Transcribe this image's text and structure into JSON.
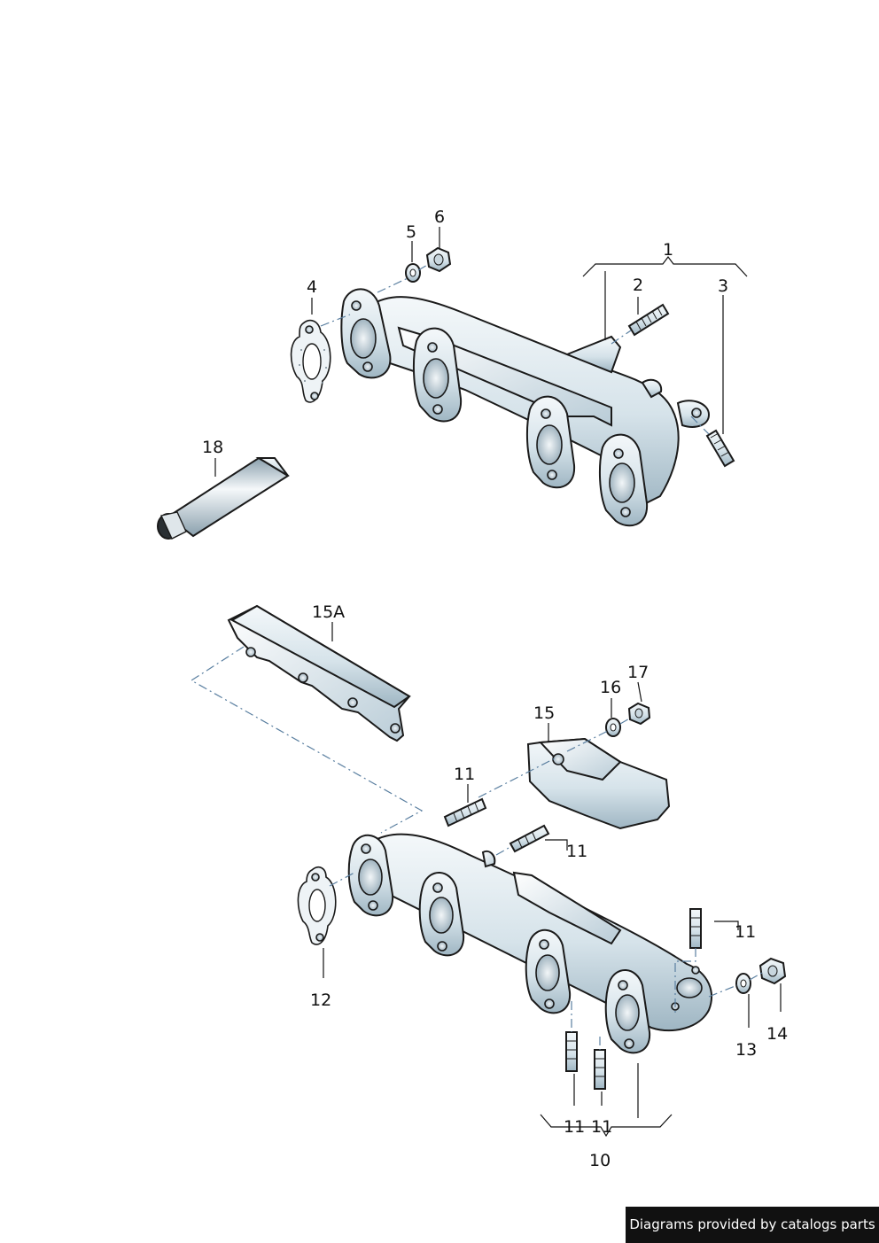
{
  "callouts": {
    "c1": "1",
    "c2": "2",
    "c3": "3",
    "c4": "4",
    "c5": "5",
    "c6": "6",
    "c18": "18",
    "c15a": "15A",
    "c15": "15",
    "c16": "16",
    "c17": "17",
    "c11_a": "11",
    "c11_b": "11",
    "c11_c": "11",
    "c11_d": "11",
    "c11_e": "11",
    "c12": "12",
    "c13": "13",
    "c14": "14",
    "c10": "10"
  },
  "footer": {
    "text": "Diagrams provided by catalogs parts"
  },
  "colors": {
    "steel": "#dce7ee",
    "steel_shadow": "#a9bfcc",
    "line": "#1a1a1a",
    "dash": "#5a7fa0",
    "footer_bg": "#111111"
  }
}
